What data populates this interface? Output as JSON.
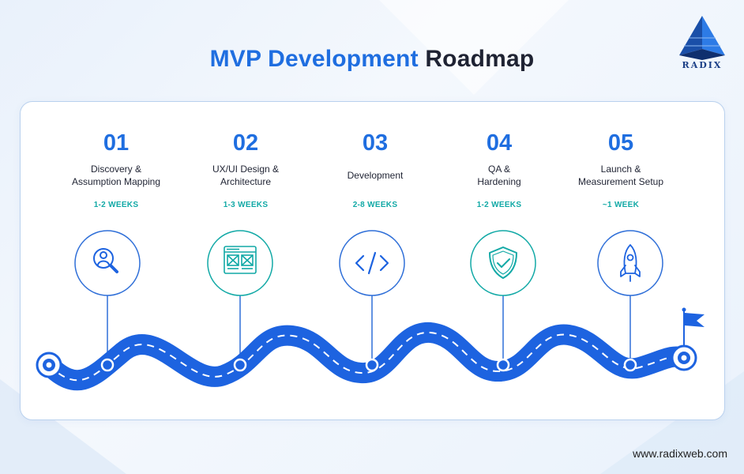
{
  "title": {
    "accent": "MVP Development",
    "dark": "Roadmap"
  },
  "brand": {
    "logo_text": "RADIX",
    "website": "www.radixweb.com"
  },
  "colors": {
    "primary": "#1f6ee0",
    "teal": "#12a9a6",
    "road": "#1d63e0",
    "text": "#1f2333"
  },
  "steps": [
    {
      "number": "01",
      "name": "Discovery &\nAssumption Mapping",
      "duration": "1-2 WEEKS",
      "icon": "search-user-icon"
    },
    {
      "number": "02",
      "name": "UX/UI Design &\nArchitecture",
      "duration": "1-3 WEEKS",
      "icon": "wireframe-icon"
    },
    {
      "number": "03",
      "name": "Development",
      "duration": "2-8 WEEKS",
      "icon": "code-icon"
    },
    {
      "number": "04",
      "name": "QA &\nHardening",
      "duration": "1-2 WEEKS",
      "icon": "shield-check-icon"
    },
    {
      "number": "05",
      "name": "Launch &\nMeasurement Setup",
      "duration": "~1 WEEK",
      "icon": "rocket-icon"
    }
  ]
}
